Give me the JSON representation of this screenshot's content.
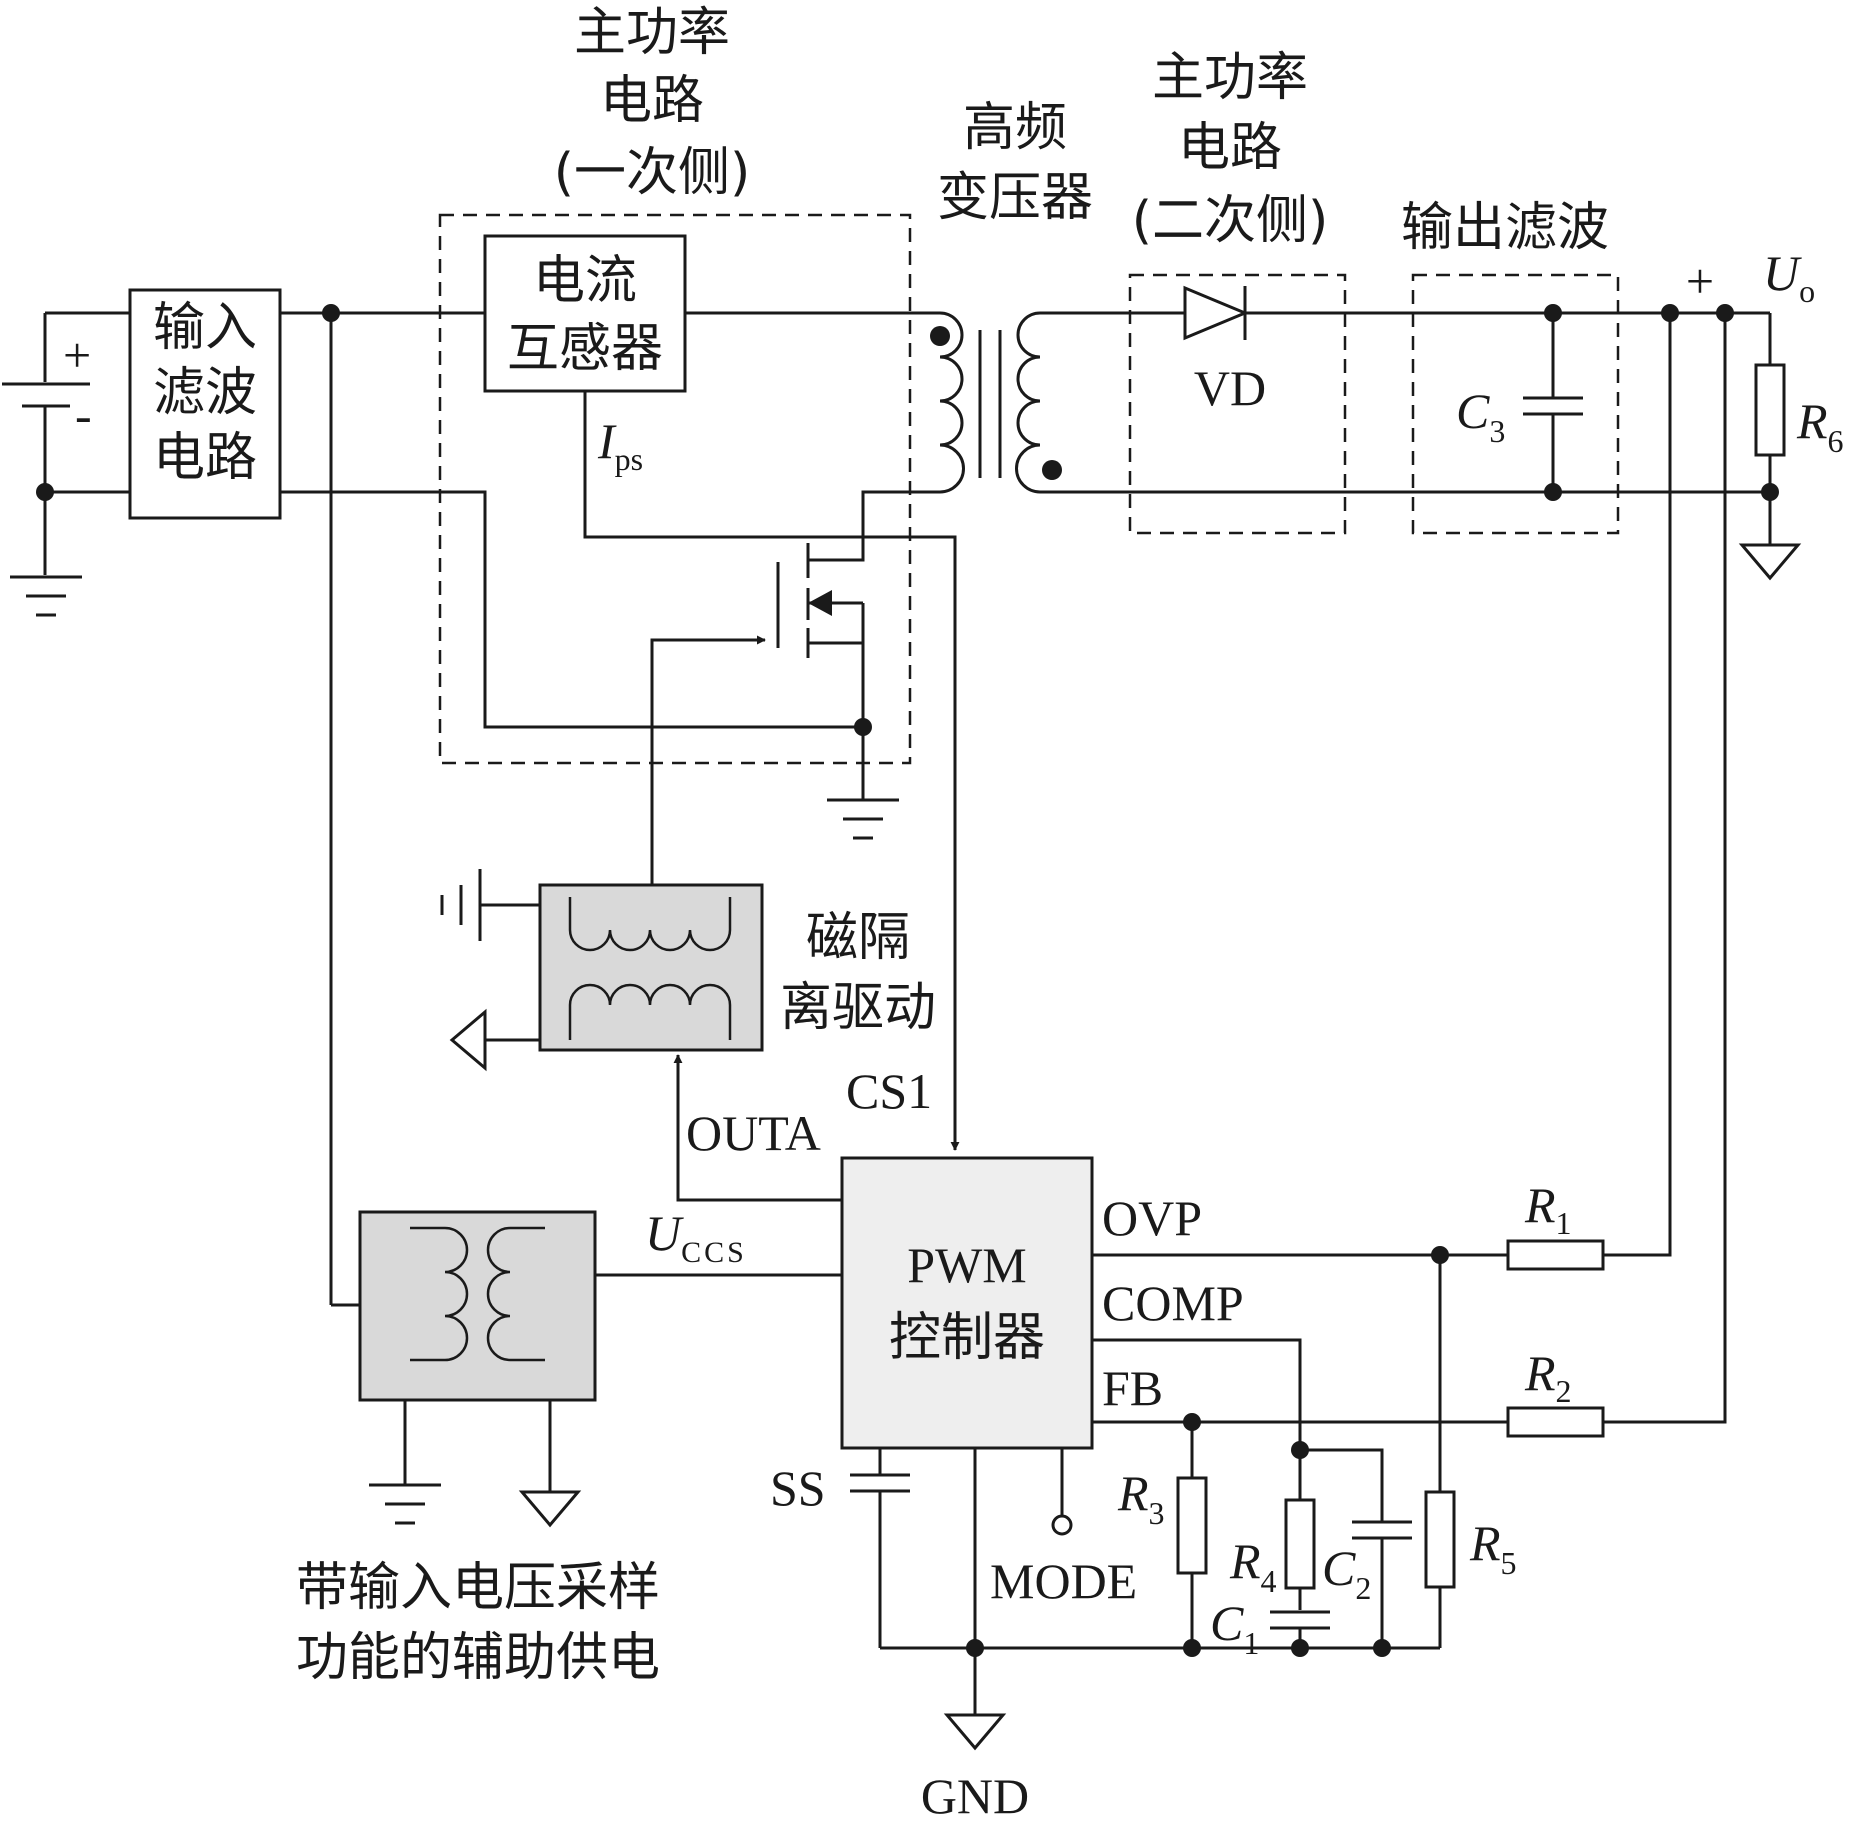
{
  "labels": {
    "input_filter": [
      "输入",
      "滤波",
      "电路"
    ],
    "main_primary": [
      "主功率",
      "电路",
      "(一次侧)"
    ],
    "current_transformer": [
      "电流",
      "互感器"
    ],
    "hf_transformer": [
      "高频",
      "变压器"
    ],
    "main_secondary": [
      "主功率",
      "电路",
      "(二次侧)"
    ],
    "output_filter": "输出滤波",
    "mag_drive": [
      "磁隔",
      "离驱动"
    ],
    "pwm": [
      "PWM",
      "控制器"
    ],
    "aux_supply": [
      "带输入电压采样",
      "功能的辅助供电"
    ]
  },
  "signals": {
    "ips": {
      "main": "I",
      "sub": "ps"
    },
    "uo": {
      "main": "U",
      "sub": "o"
    },
    "uccs": {
      "main": "U",
      "sub": "CCS"
    },
    "vd": "VD",
    "cs1": "CS1",
    "outa": "OUTA",
    "ovp": "OVP",
    "comp": "COMP",
    "fb": "FB",
    "ss": "SS",
    "mode": "MODE",
    "gnd": "GND",
    "plus": "+",
    "minus": "-"
  },
  "components": {
    "c3": {
      "main": "C",
      "sub": "3"
    },
    "r6": {
      "main": "R",
      "sub": "6"
    },
    "r1": {
      "main": "R",
      "sub": "1"
    },
    "r2": {
      "main": "R",
      "sub": "2"
    },
    "r3": {
      "main": "R",
      "sub": "3"
    },
    "r4": {
      "main": "R",
      "sub": "4"
    },
    "r5": {
      "main": "R",
      "sub": "5"
    },
    "c1": {
      "main": "C",
      "sub": "1"
    },
    "c2": {
      "main": "C",
      "sub": "2"
    }
  }
}
